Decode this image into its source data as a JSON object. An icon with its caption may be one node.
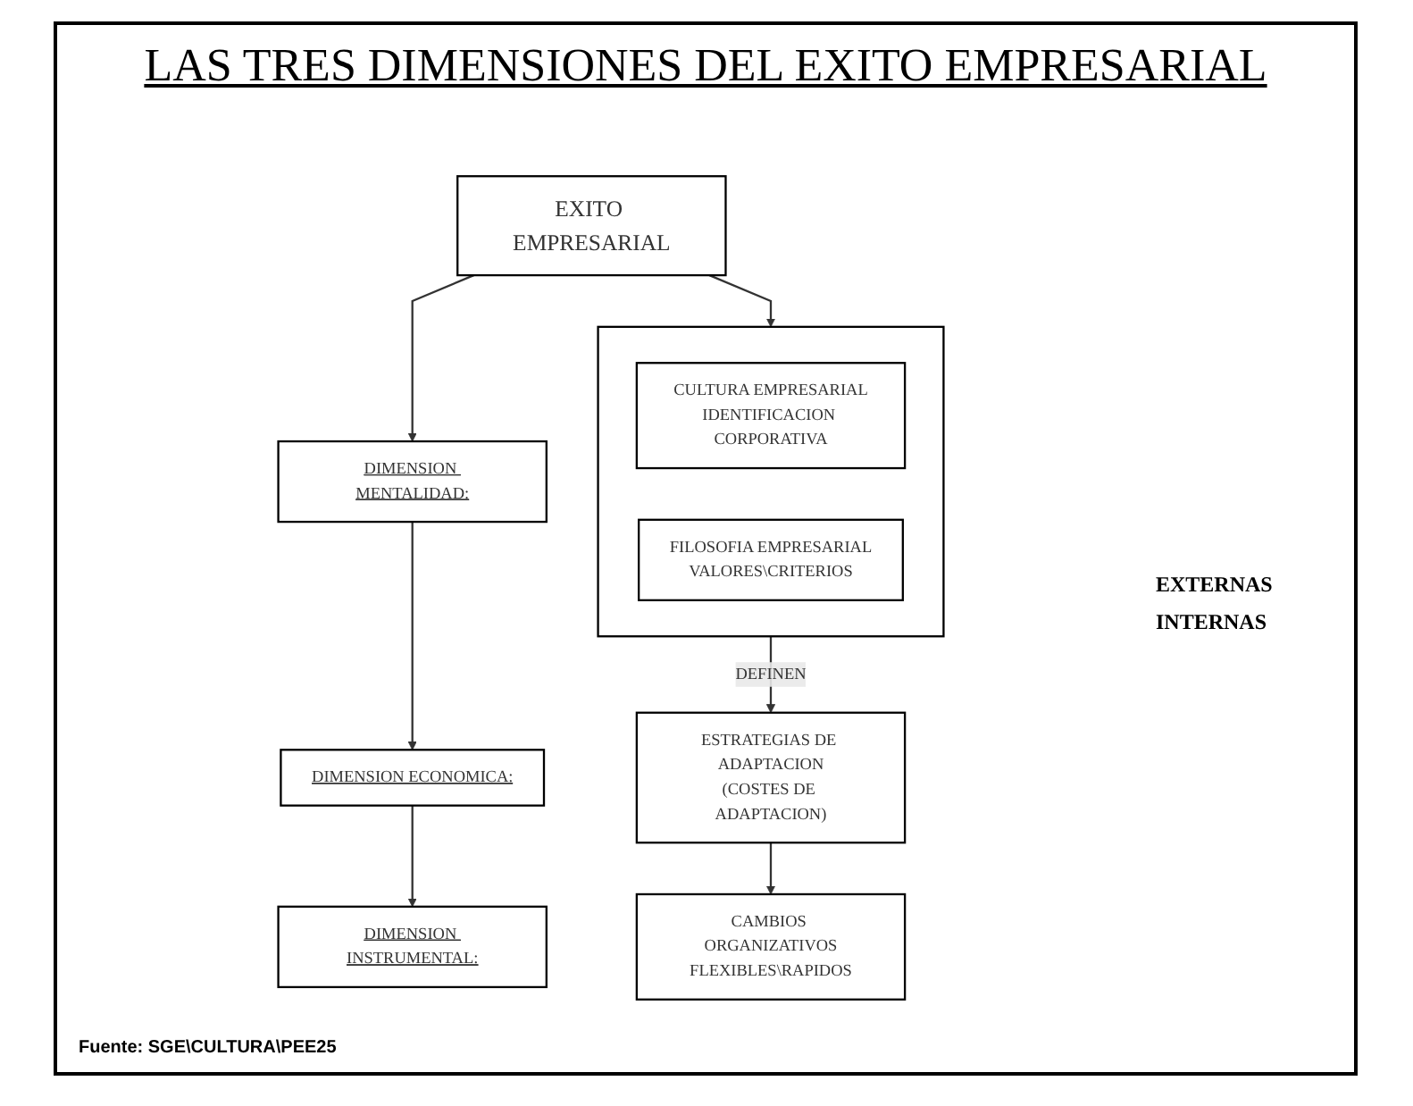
{
  "diagram": {
    "title": "LAS TRES DIMENSIONES DEL EXITO EMPRESARIAL",
    "nodes": [
      {
        "text": [
          "EXITO EMPRESARIAL"
        ]
      },
      {
        "text": [
          "DIMENSION MENTALIDAD:"
        ]
      },
      {
        "text": [],
        "shape": "box"
      },
      {
        "text": [
          "CULTURA EMPRESARIAL",
          "IDENTIFICACION CORPORATIVA"
        ],
        "in": 2
      },
      {
        "text": [
          "FILOSOFIA EMPRESARIAL",
          "VALORES\\CRITERIOS"
        ],
        "in": 2
      },
      {
        "text": [
          "DIMENSION ECONOMICA:"
        ]
      },
      {
        "text": [
          "ESTRATEGIAS DE ADAPTACION",
          "(COSTES DE ADAPTACION)"
        ]
      },
      {
        "text": [
          "DIMENSION INSTRUMENTAL:"
        ]
      },
      {
        "text": [
          "CAMBIOS ORGANIZATIVOS",
          "FLEXIBLES\\RAPIDOS"
        ]
      }
    ],
    "edges": [
      {
        "from": 0,
        "to": 1,
        "arrow": "to"
      },
      {
        "from": 0,
        "to": 2,
        "arrow": "to"
      },
      {
        "from": 1,
        "to": 5,
        "arrow": "to"
      },
      {
        "from": 2,
        "to": 6,
        "arrow": "to",
        "label": "DEFINEN"
      },
      {
        "from": 5,
        "to": 7,
        "arrow": "to"
      },
      {
        "from": 6,
        "to": 8,
        "arrow": "to"
      }
    ],
    "labels": [
      "EXTERNAS",
      "INTERNAS",
      "Fuente: SGE\\CULTURA\\PEE25"
    ]
  }
}
